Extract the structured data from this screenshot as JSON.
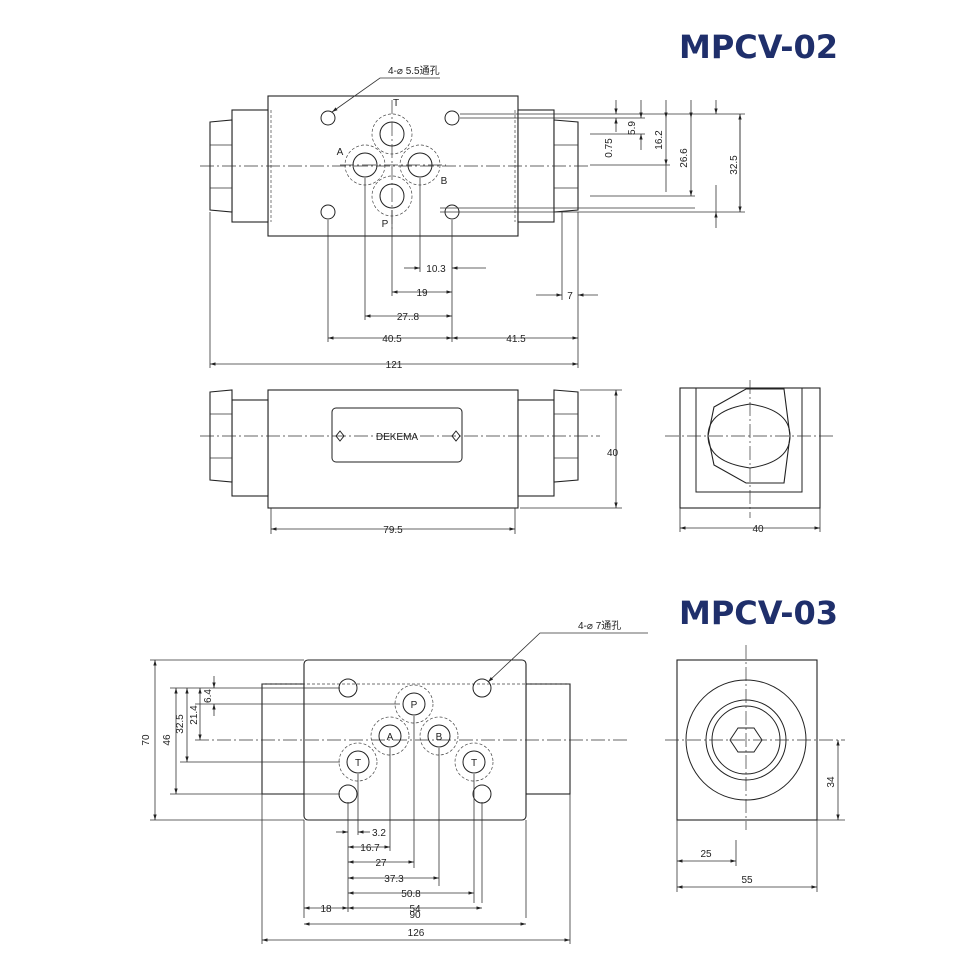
{
  "titles": {
    "mpcv02": "MPCV-02",
    "mpcv03": "MPCV-03"
  },
  "mpcv02": {
    "hole_note": "4-⌀ 5.5通孔",
    "ports": {
      "t": "T",
      "a": "A",
      "b": "B",
      "p": "P"
    },
    "nameplate": "DEKEMA",
    "dims": {
      "d_0_75": "0.75",
      "d_5_9": "5.9",
      "d_16_2": "16.2",
      "d_26_6": "26.6",
      "d_32_5": "32.5",
      "d_10_3": "10.3",
      "d_19": "19",
      "d_27_8": "27..8",
      "d_40_5": "40.5",
      "d_41_5": "41.5",
      "d_7": "7",
      "d_121": "121",
      "d_40_h": "40",
      "d_79_5": "79.5",
      "d_40_w": "40"
    }
  },
  "mpcv03": {
    "hole_note": "4-⌀ 7通孔",
    "ports": {
      "p": "P",
      "a": "A",
      "b": "B",
      "t1": "T",
      "t2": "T"
    },
    "dims": {
      "d_6_4": "6.4",
      "d_21_4": "21.4",
      "d_32_5": "32.5",
      "d_46": "46",
      "d_70": "70",
      "d_3_2": "3.2",
      "d_16_7": "16.7",
      "d_27": "27",
      "d_37_3": "37.3",
      "d_50_8": "50.8",
      "d_18": "18",
      "d_54": "54",
      "d_90": "90",
      "d_126": "126",
      "d_34": "34",
      "d_25": "25",
      "d_55": "55"
    }
  },
  "colors": {
    "title": "#1f2f6b",
    "line": "#222222"
  }
}
